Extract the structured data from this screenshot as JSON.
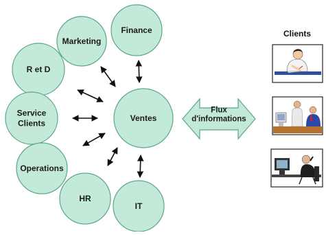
{
  "diagram": {
    "nodes": [
      {
        "id": "finance",
        "label": "Finance"
      },
      {
        "id": "marketing",
        "label": "Marketing"
      },
      {
        "id": "r-et-d",
        "label": "R et D"
      },
      {
        "id": "service-clients",
        "label": "Service\nClients"
      },
      {
        "id": "operations",
        "label": "Operations"
      },
      {
        "id": "hr",
        "label": "HR"
      },
      {
        "id": "it",
        "label": "IT"
      },
      {
        "id": "ventes",
        "label": "Ventes"
      }
    ],
    "edges": [
      {
        "from": "finance",
        "to": "ventes"
      },
      {
        "from": "marketing",
        "to": "ventes"
      },
      {
        "from": "r-et-d",
        "to": "ventes"
      },
      {
        "from": "service-clients",
        "to": "ventes"
      },
      {
        "from": "operations",
        "to": "ventes"
      },
      {
        "from": "hr",
        "to": "ventes"
      },
      {
        "from": "it",
        "to": "ventes"
      }
    ],
    "flux": {
      "label": "Flux\nd'informations"
    },
    "clients": {
      "title": "Clients",
      "images": [
        {
          "name": "woman-writing-at-desk"
        },
        {
          "name": "two-men-at-computer"
        },
        {
          "name": "man-at-computer-on-phone"
        }
      ]
    },
    "colors": {
      "node_fill": "#c3ead9",
      "node_stroke": "#5aa58a",
      "arrow": "#111111"
    }
  }
}
